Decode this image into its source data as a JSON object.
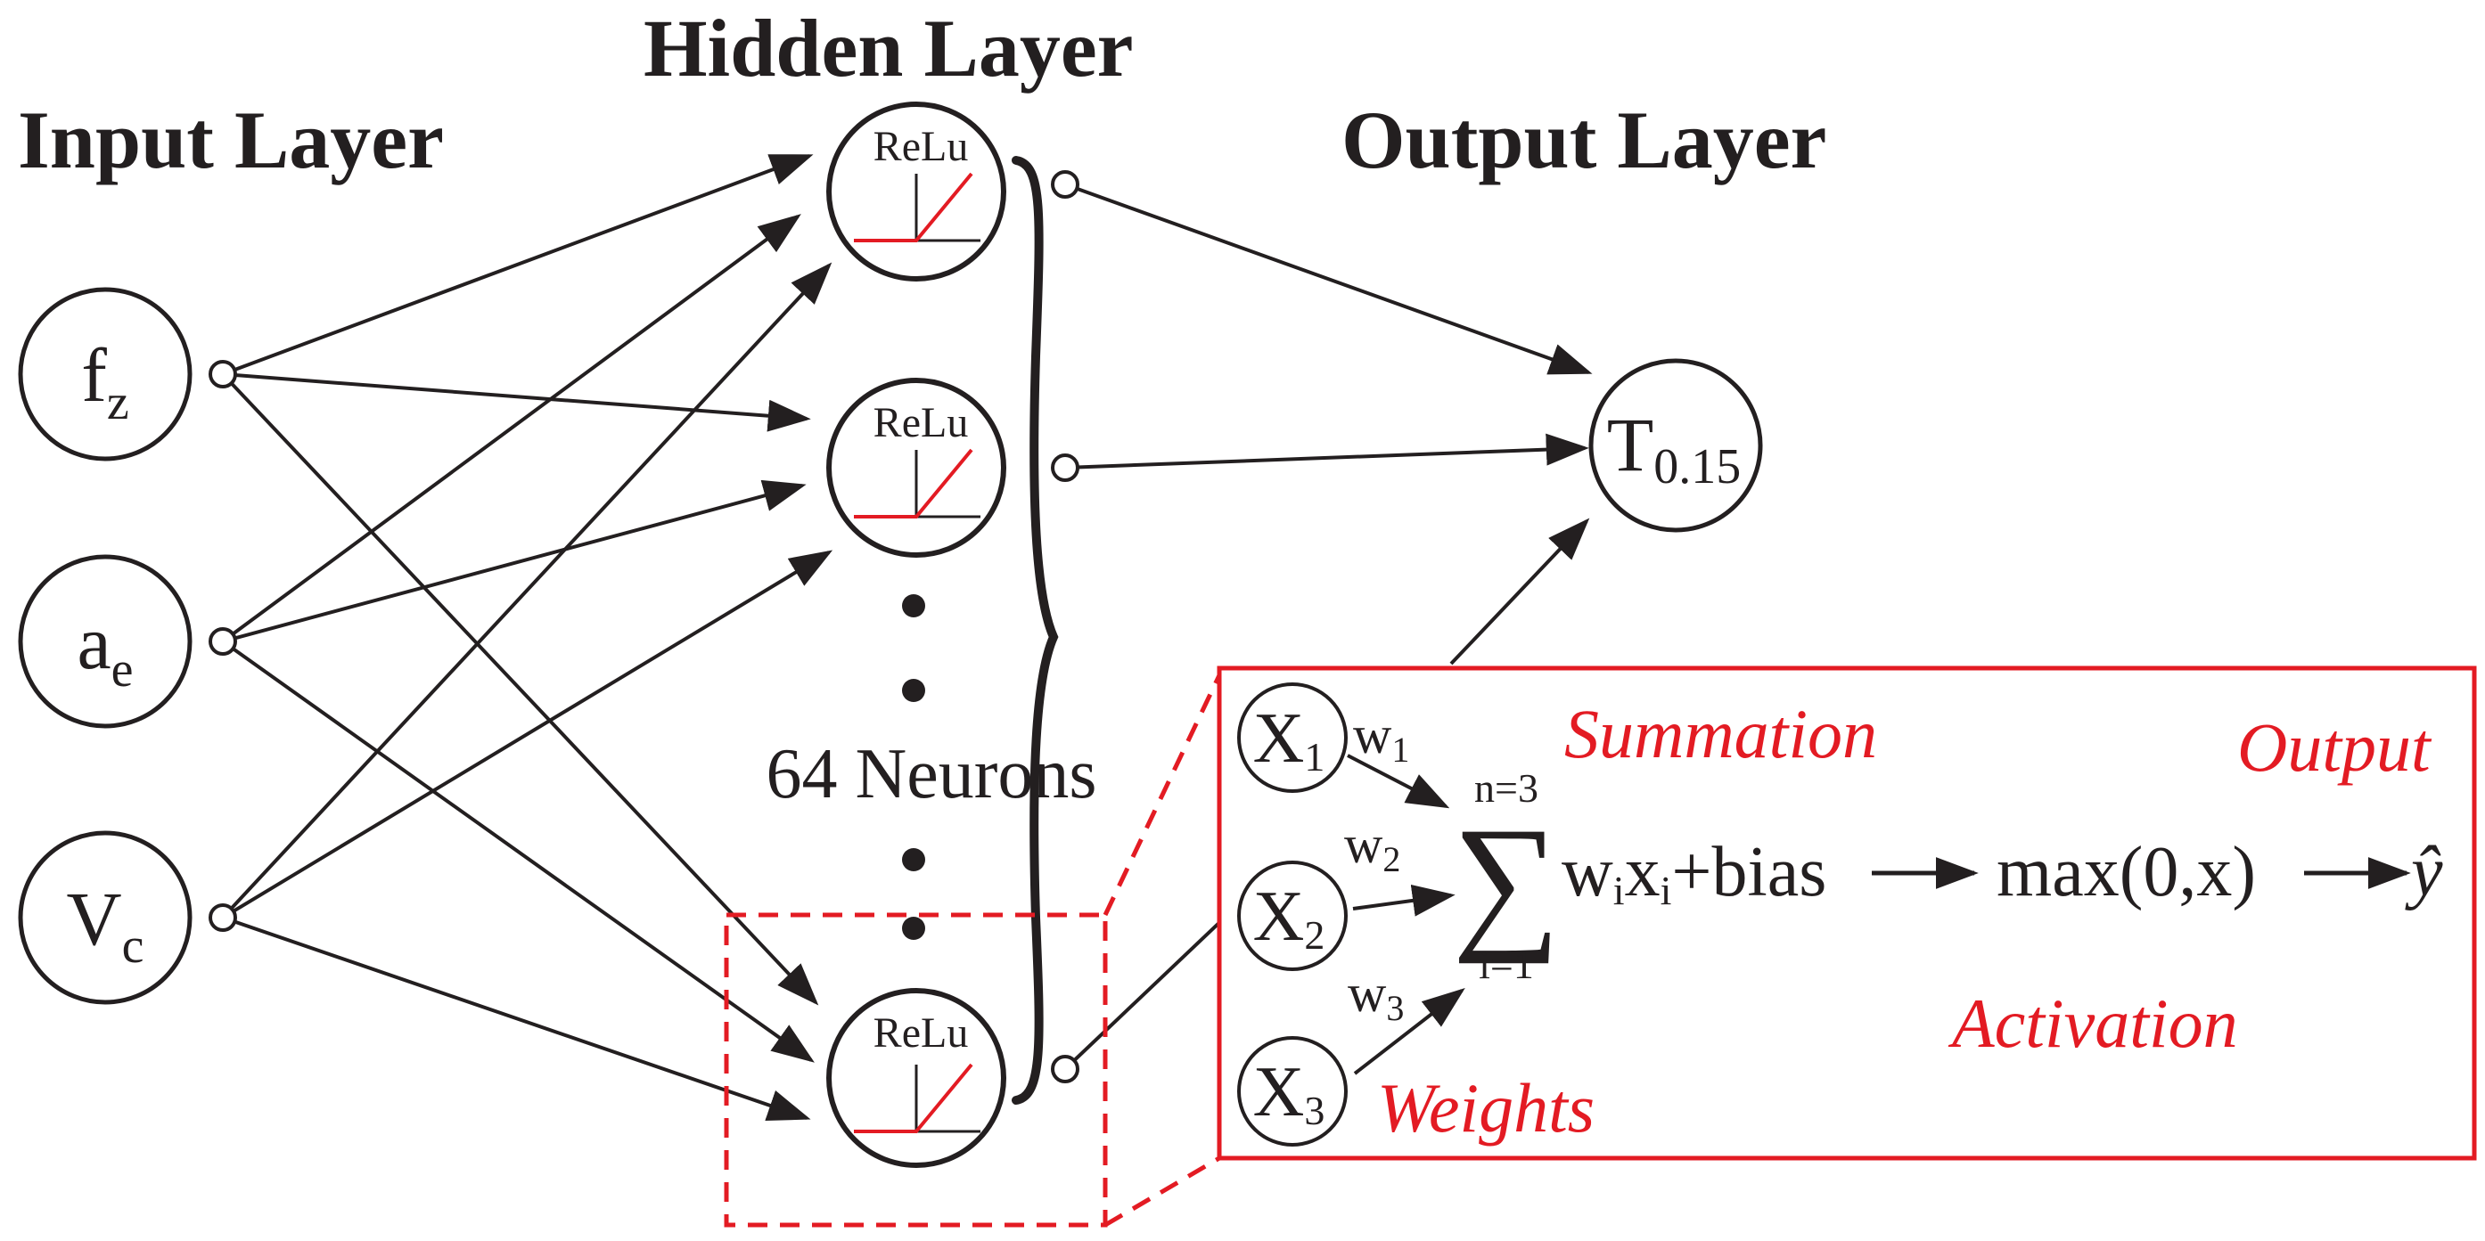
{
  "headings": {
    "input": "Input Layer",
    "hidden": "Hidden Layer",
    "output": "Output Layer"
  },
  "inputs": [
    {
      "main": "f",
      "sub": "z"
    },
    {
      "main": "a",
      "sub": "e"
    },
    {
      "main": "V",
      "sub": "c"
    }
  ],
  "hidden": {
    "activation": "ReLu",
    "count_label": "64 Neurons"
  },
  "output_node": {
    "main": "T",
    "sub": "0.15"
  },
  "detail": {
    "inputs": [
      {
        "main": "X",
        "sub": "1"
      },
      {
        "main": "X",
        "sub": "2"
      },
      {
        "main": "X",
        "sub": "3"
      }
    ],
    "weights": [
      {
        "main": "w",
        "sub": "1"
      },
      {
        "main": "w",
        "sub": "2"
      },
      {
        "main": "w",
        "sub": "3"
      }
    ],
    "sum_upper": "n=3",
    "sum_lower": "i=1",
    "sum_symbol": "∑",
    "term_w": "w",
    "term_i1": "i",
    "term_x": "x",
    "term_i2": "i",
    "term_bias": "+bias",
    "activation_fn": "max(0,x)",
    "output_symbol": "ŷ",
    "labels": {
      "summation": "Summation",
      "output": "Output",
      "activation": "Activation",
      "weights": "Weights"
    }
  },
  "colors": {
    "ink": "#231f20",
    "accent": "#e31b23"
  }
}
